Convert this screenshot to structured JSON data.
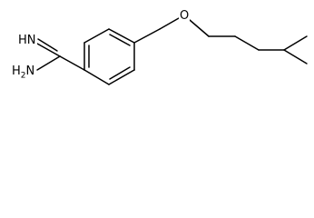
{
  "structure": {
    "atom_labels": {
      "imine": "HN",
      "amine": "H2N",
      "ether_oxygen": "O"
    },
    "line_color": "#000000",
    "background": "#ffffff"
  }
}
